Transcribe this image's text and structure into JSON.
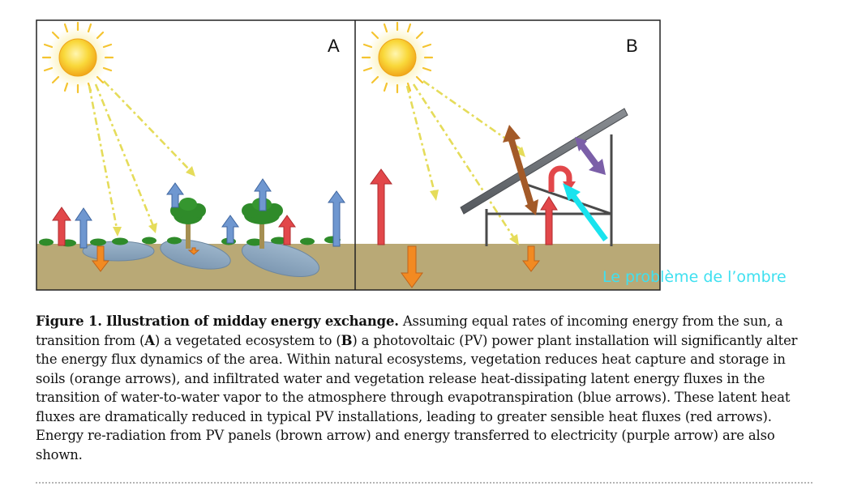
{
  "figure": {
    "panel_a_label": "A",
    "panel_b_label": "B",
    "annotation": "Le problème de l’ombre",
    "colors": {
      "sky": "#ffffff",
      "soil": "#b9a976",
      "water": "#8fa9c0",
      "vegetation": "#2f8b2a",
      "trunk": "#a58f52",
      "sensible_heat_red": "#e2474a",
      "latent_heat_blue": "#6f97d0",
      "soil_heat_orange": "#f28a22",
      "reradiation_brown": "#a35a28",
      "electricity_purple": "#7b5fa8",
      "shade_cyan": "#19e3ee",
      "annotation_text": "#3fe0f0",
      "sun": "#f7c525",
      "sun_rays": "#eadd5a",
      "panel": "#6f7378",
      "frame": "#4a4a4a"
    }
  },
  "caption": {
    "figure_label": "Figure 1.",
    "title": "Illustration of midday energy exchange.",
    "text_1": " Assuming equal rates of incoming energy from the sun, a transition from (",
    "bold_a": "A",
    "text_2": ") a vegetated ecosystem to (",
    "bold_b": "B",
    "text_3": ") a photovoltaic (PV) power plant installation will significantly alter the energy flux dynamics of the area. Within natural ecosystems, vegetation reduces heat capture and storage in soils (orange arrows), and infiltrated water and vegetation release heat-dissipating latent energy fluxes in the transition of water-to-water vapor to the atmosphere through evapotranspiration (blue arrows). These latent heat fluxes are dramatically reduced in typical PV installations, leading to greater sensible heat fluxes (red arrows). Energy re-radiation from PV panels (brown arrow) and energy transferred to electricity (purple arrow) are also shown."
  }
}
